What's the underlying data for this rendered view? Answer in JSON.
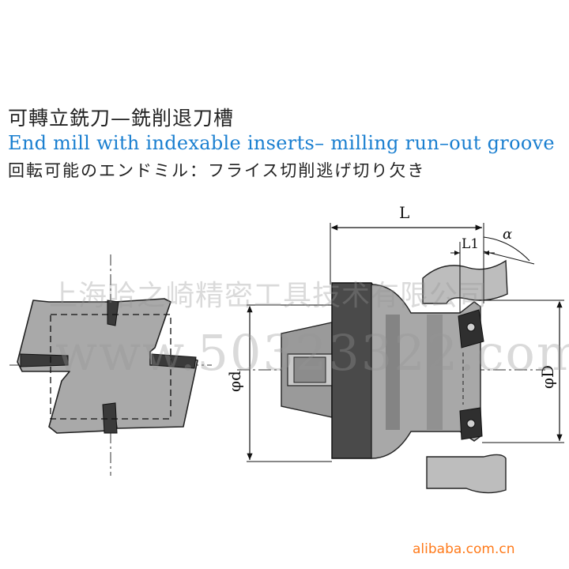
{
  "titles": {
    "chinese": "可轉立銑刀—銑削退刀槽",
    "english": "End mill with indexable inserts– milling run–out groove",
    "japanese": "回転可能のエンドミル：フライス切削逃げ切り欠き"
  },
  "dimensions": {
    "length": "L",
    "insert_length": "L1",
    "angle": "α",
    "shank_diameter": "φd",
    "cutter_diameter": "φD"
  },
  "watermark": {
    "company": "上海哈之崎精密工具技术有限公司",
    "phone_site": "www.50323322.com"
  },
  "footer": {
    "site": "alibaba.com.cn"
  },
  "colors": {
    "title_english": "#1a7fd0",
    "body_gray": "#a8a8a8",
    "dark_gray": "#555555",
    "footer_orange": "#ff7a1a"
  }
}
